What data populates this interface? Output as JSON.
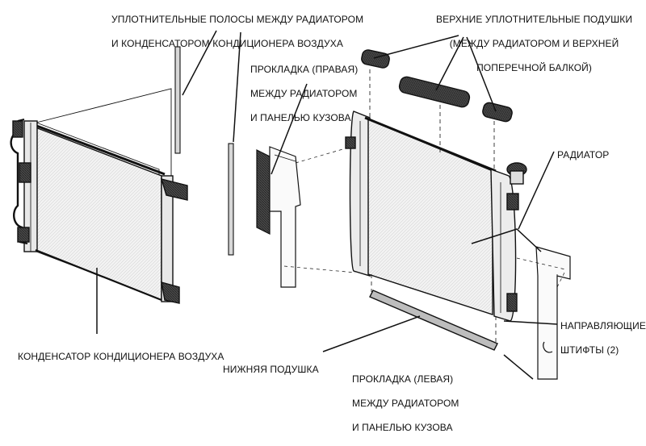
{
  "labels": {
    "seal_strips": [
      "УПЛОТНИТЕЛЬНЫЕ ПОЛОСЫ МЕЖДУ РАДИАТОРОМ",
      "И КОНДЕНСАТОРОМ КОНДИЦИОНЕРА ВОЗДУХА"
    ],
    "upper_pads": [
      "ВЕРХНИЕ УПЛОТНИТЕЛЬНЫЕ ПОДУШКИ",
      "(МЕЖДУ РАДИАТОРОМ И ВЕРХНЕЙ",
      "ПОПЕРЕЧНОЙ БАЛКОЙ)"
    ],
    "right_gasket": [
      "ПРОКЛАДКА (ПРАВАЯ)",
      "МЕЖДУ РАДИАТОРОМ",
      "И ПАНЕЛЬЮ КУЗОВА"
    ],
    "radiator": [
      "РАДИАТОР"
    ],
    "guide_pins": [
      "НАПРАВЛЯЮЩИЕ",
      "ШТИФТЫ (2)"
    ],
    "condenser": [
      "КОНДЕНСАТОР КОНДИЦИОНЕРА ВОЗДУХА"
    ],
    "lower_pad": [
      "НИЖНЯЯ ПОДУШКА"
    ],
    "left_gasket": [
      "ПРОКЛАДКА (ЛЕВАЯ)",
      "МЕЖДУ РАДИАТОРОМ",
      "И ПАНЕЛЬЮ КУЗОВА"
    ]
  },
  "colors": {
    "ink": "#111111",
    "paper": "#ffffff",
    "shade": "#555555"
  }
}
